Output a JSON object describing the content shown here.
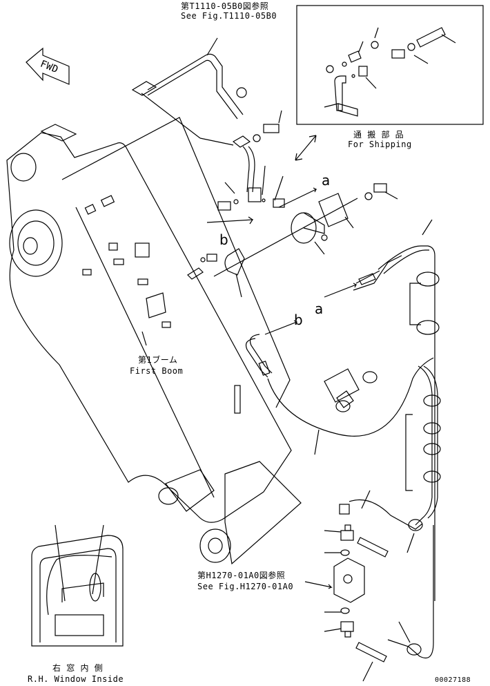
{
  "top_reference": {
    "jp": "第T1110-05B0図参照",
    "en": "See Fig.T1110-05B0"
  },
  "shipping": {
    "jp": "通 搬 部 品",
    "en": "For Shipping"
  },
  "boom": {
    "jp": "第1ブーム",
    "en": "First Boom"
  },
  "valve_reference": {
    "jp": "第H1270-01A0図参照",
    "en": "See Fig.H1270-01A0"
  },
  "cab": {
    "jp": "右 窓 内 側",
    "en": "R.H. Window Inside"
  },
  "fwd": "FWD",
  "markers": {
    "a_top": "a",
    "b_left": "b",
    "b_mid": "b",
    "a_mid": "a"
  },
  "figure_number": "00027188"
}
